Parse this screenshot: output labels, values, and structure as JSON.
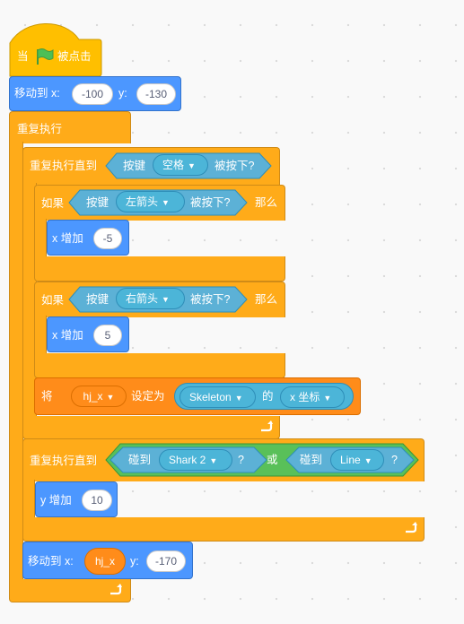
{
  "script": {
    "hat": {
      "label_when": "当",
      "label_clicked": "被点击",
      "icon": "green-flag-icon"
    },
    "goto1": {
      "label": "移动到 x:",
      "x": "-100",
      "y_label": "y:",
      "y": "-130"
    },
    "forever": {
      "label": "重复执行"
    },
    "repeat_until_1": {
      "label": "重复执行直到",
      "key_label": "按键",
      "key": "空格",
      "pressed": "被按下?"
    },
    "if_left": {
      "label_if": "如果",
      "key_label": "按键",
      "key": "左箭头",
      "pressed": "被按下?",
      "label_then": "那么",
      "change_label": "x 增加",
      "change_value": "-5"
    },
    "if_right": {
      "label_if": "如果",
      "key_label": "按键",
      "key": "右箭头",
      "pressed": "被按下?",
      "label_then": "那么",
      "change_label": "x 增加",
      "change_value": "5"
    },
    "set_var": {
      "label": "将",
      "variable": "hj_x",
      "set_to": "设定为",
      "sprite": "Skeleton",
      "of": "的",
      "property": "x 坐标"
    },
    "repeat_until_2": {
      "label": "重复执行直到",
      "touch1_label": "碰到",
      "touch1_target": "Shark 2",
      "q1": "?",
      "or": "或",
      "touch2_label": "碰到",
      "touch2_target": "Line",
      "q2": "?",
      "change_label": "y 增加",
      "change_value": "10"
    },
    "goto2": {
      "label": "移动到 x:",
      "x_var": "hj_x",
      "y_label": "y:",
      "y": "-170"
    }
  },
  "colors": {
    "events": "#FFBF00",
    "control": "#FFAB19",
    "motion": "#4C97FF",
    "variables": "#FF8C1A",
    "sensing": "#5CB1D6",
    "operators": "#59C059"
  }
}
